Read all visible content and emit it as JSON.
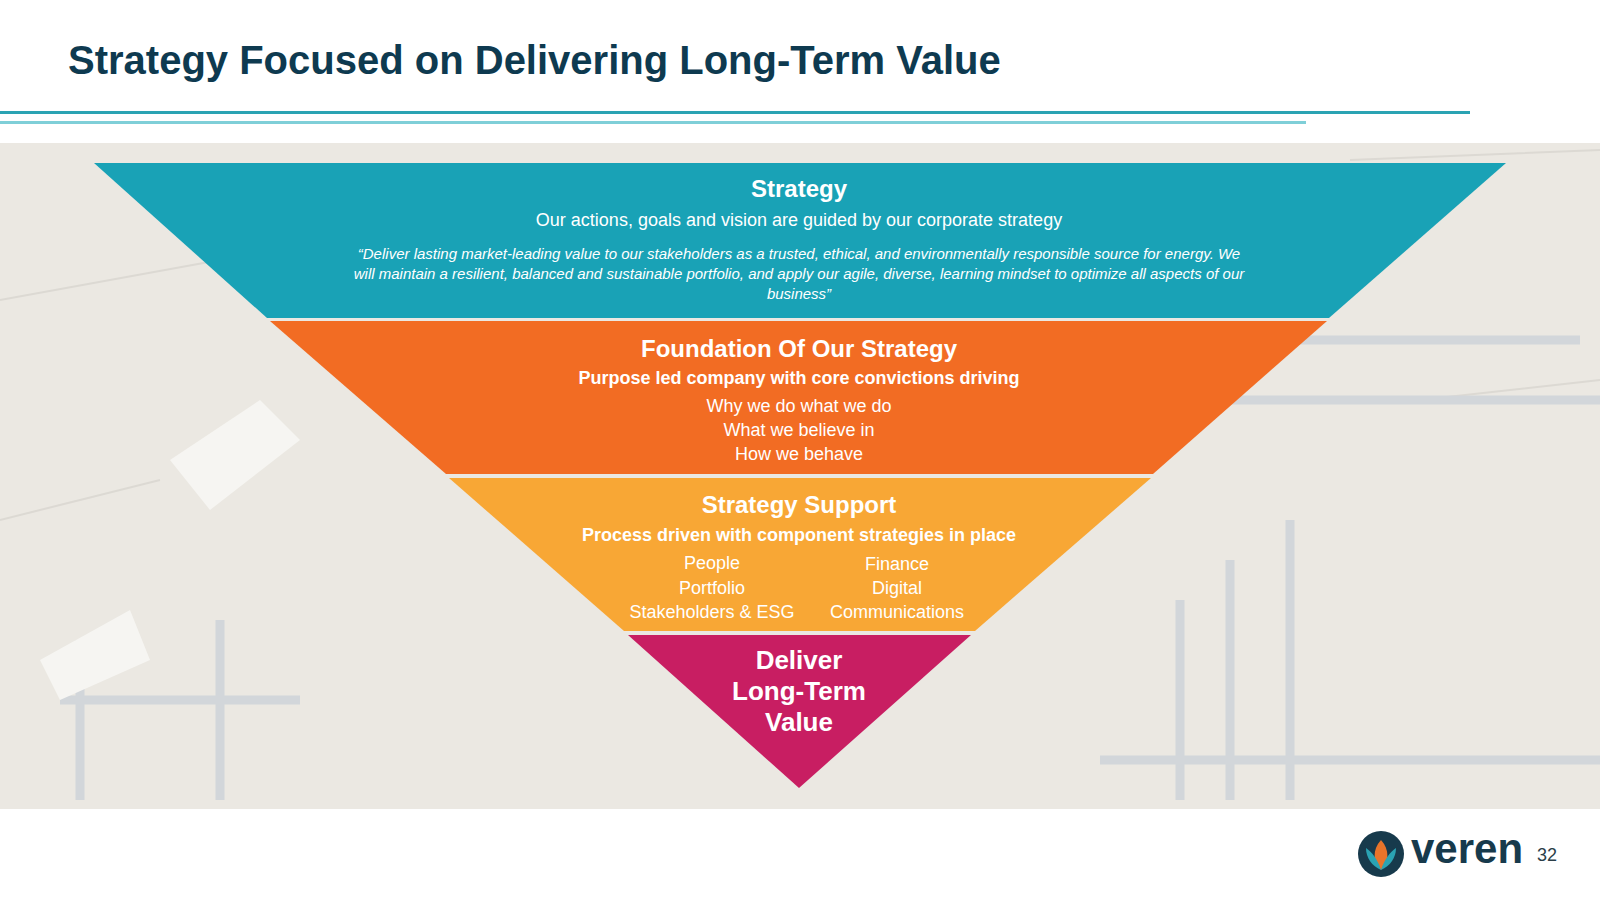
{
  "diagram": {
    "title": "Strategy Focused on Delivering Long-Term Value",
    "nodes": [
      {
        "text": [
          "Strategy",
          "Our actions, goals and vision are guided by our corporate strategy",
          "“Deliver lasting market-leading value to our stakeholders as a trusted, ethical, and environmentally responsible source for energy. We will maintain a resilient, balanced and sustainable portfolio, and apply our agile, diverse, learning mindset to optimize all aspects of our business”"
        ]
      },
      {
        "text": [
          "Foundation Of Our Strategy",
          "Purpose led company with core convictions driving",
          "Why we do what we do",
          "What we believe in",
          "How we behave"
        ]
      },
      {
        "text": [
          "Strategy Support",
          "Process driven with component strategies in place",
          "People",
          "Portfolio",
          "Stakeholders & ESG",
          "Finance",
          "Digital",
          "Communications"
        ]
      },
      {
        "text": [
          "Deliver Long-Term Value"
        ]
      }
    ],
    "labels": [
      "veren",
      "32"
    ]
  }
}
